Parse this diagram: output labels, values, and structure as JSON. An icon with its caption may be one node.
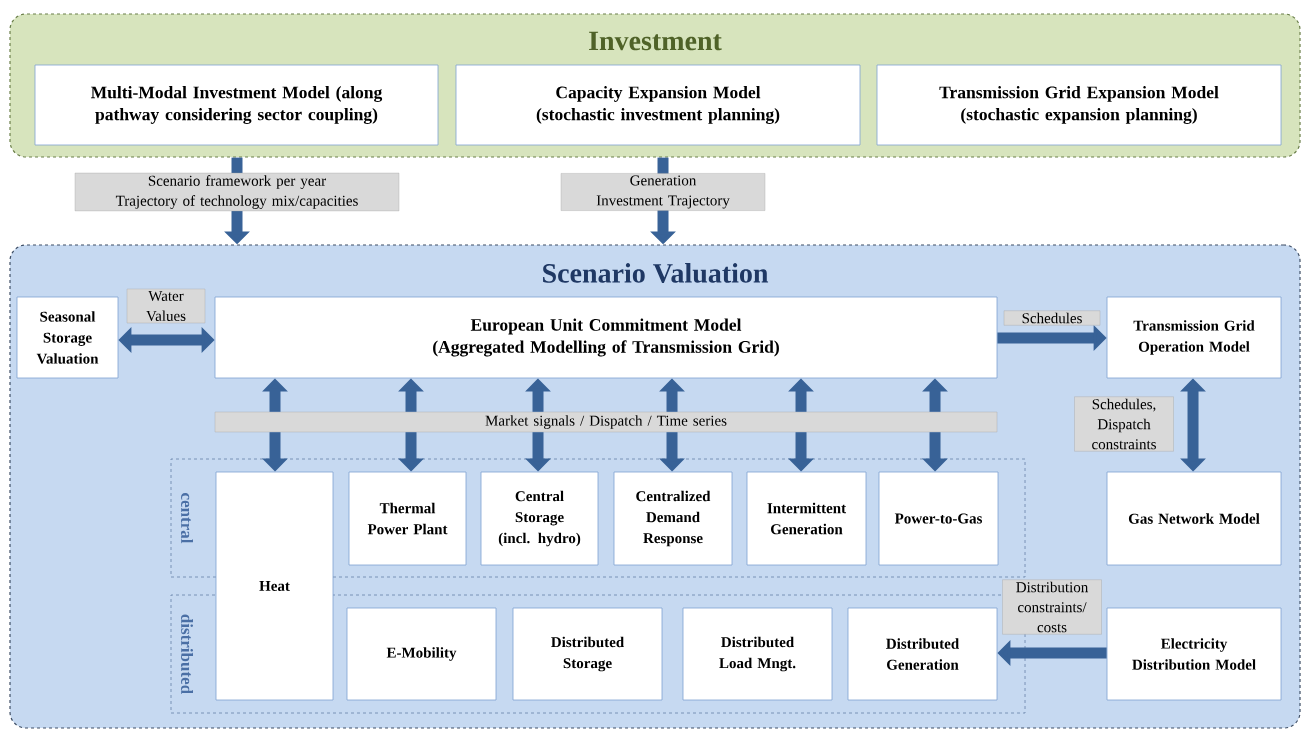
{
  "diagram": {
    "nodes": [
      {
        "text": [
          "Investment"
        ]
      },
      {
        "text": [
          "Multi-Modal Investment Model (along pathway considering sector coupling)"
        ],
        "in": 0
      },
      {
        "text": [
          "Capacity Expansion Model (stochastic investment planning)"
        ],
        "in": 0
      },
      {
        "text": [
          "Transmission Grid Expansion Model (stochastic expansion planning)"
        ],
        "in": 0
      },
      {
        "text": [
          "Scenario Valuation"
        ]
      },
      {
        "text": [
          "Seasonal Storage Valuation"
        ],
        "in": 4
      },
      {
        "text": [
          "European Unit Commitment Model (Aggregated Modelling of Transmission Grid)"
        ],
        "in": 4
      },
      {
        "text": [
          "Transmission Grid Operation Model"
        ],
        "in": 4
      },
      {
        "text": [
          "Market signals / Dispatch / Time series"
        ],
        "in": 4
      },
      {
        "text": [
          "central"
        ],
        "in": 4
      },
      {
        "text": [
          "distributed"
        ],
        "in": 4
      },
      {
        "text": [
          "Heat"
        ],
        "in": 4
      },
      {
        "text": [
          "Thermal Power Plant"
        ],
        "in": 9
      },
      {
        "text": [
          "Central Storage (incl. hydro)"
        ],
        "in": 9
      },
      {
        "text": [
          "Centralized Demand Response"
        ],
        "in": 9
      },
      {
        "text": [
          "Intermittent Generation"
        ],
        "in": 9
      },
      {
        "text": [
          "Power-to-Gas"
        ],
        "in": 9
      },
      {
        "text": [
          "Gas Network Model"
        ],
        "in": 4
      },
      {
        "text": [
          "E-Mobility"
        ],
        "in": 10
      },
      {
        "text": [
          "Distributed Storage"
        ],
        "in": 10
      },
      {
        "text": [
          "Distributed Load Mngt."
        ],
        "in": 10
      },
      {
        "text": [
          "Distributed Generation"
        ],
        "in": 10
      },
      {
        "text": [
          "Electricity Distribution Model"
        ],
        "in": 4
      }
    ],
    "edges": [
      {
        "from": 0,
        "to": 4,
        "arrow": "to",
        "label": "Scenario framework per year Trajectory of technology mix/capacities"
      },
      {
        "from": 0,
        "to": 4,
        "arrow": "to",
        "label": "Generation Investment Trajectory"
      },
      {
        "from": 5,
        "to": 6,
        "arrow": "both",
        "label": "Water Values"
      },
      {
        "from": 6,
        "to": 7,
        "arrow": "to",
        "label": "Schedules"
      },
      {
        "from": 8,
        "to": 6,
        "arrow": "to"
      },
      {
        "from": 8,
        "to": 6,
        "arrow": "to"
      },
      {
        "from": 8,
        "to": 6,
        "arrow": "to"
      },
      {
        "from": 8,
        "to": 6,
        "arrow": "to"
      },
      {
        "from": 8,
        "to": 6,
        "arrow": "to"
      },
      {
        "from": 8,
        "to": 6,
        "arrow": "to"
      },
      {
        "from": 8,
        "to": 11,
        "arrow": "to"
      },
      {
        "from": 8,
        "to": 12,
        "arrow": "to"
      },
      {
        "from": 8,
        "to": 13,
        "arrow": "to"
      },
      {
        "from": 8,
        "to": 14,
        "arrow": "to"
      },
      {
        "from": 8,
        "to": 15,
        "arrow": "to"
      },
      {
        "from": 8,
        "to": 16,
        "arrow": "to"
      },
      {
        "from": 7,
        "to": 17,
        "arrow": "both",
        "label": "Schedules, Dispatch constraints"
      },
      {
        "from": 22,
        "to": 21,
        "arrow": "to",
        "label": "Distribution constraints/ costs"
      }
    ]
  }
}
